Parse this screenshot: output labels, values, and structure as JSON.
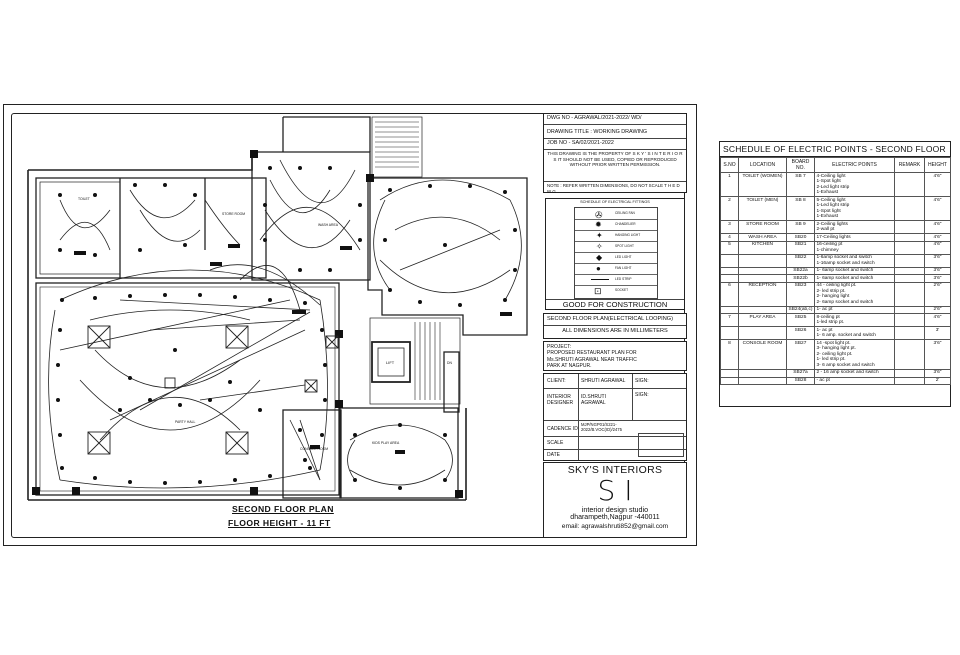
{
  "plan": {
    "title": "SECOND FLOOR PLAN",
    "subtitle": "FLOOR HEIGHT - 11 FT",
    "rooms": {
      "toilet": "TOILET",
      "store": "STORE ROOM",
      "wash": "WASH AREA",
      "party": "PARTY HALL",
      "lift": "LIFT",
      "dn": "DN",
      "kids": "KIDS PLAY AREA",
      "console": "CONSOLE ROOM"
    }
  },
  "title_block": {
    "dwg_no": "DWG NO - AGRAWAL/2021-2022/ WD/",
    "drawing_title": "DRAWING TITLE :  WORKING DRAWING",
    "job_no": "JOB NO - SA/02/2021-2022",
    "property_note": "THIS DRAWING IS THE PROPERTY OF S K Y ' S   I N T E R I O R S IT SHOULD NOT BE USED, COPIED OR REPRODUCED WITHOUT PRIOR WRITTEN PERMISSION.",
    "dim_note": "NOTE : REFER WRITTEN DIMENSIONS, DO NOT SCALE T H E   D W G",
    "legend_title": "SCHEDULE OF ELECTRICAL FITTINGS",
    "legend_items": [
      "CEILING FAN",
      "CHANDELIER",
      "HANGING LIGHT",
      "SPOT LIGHT",
      "LED LIGHT",
      "FAN LIGHT",
      "LED STRIP",
      "SOCKET"
    ],
    "approval": "GOOD FOR CONSTRUCTION",
    "plan_desc": "SECOND FLOOR PLAN(ELECTRICAL LOOPING)",
    "dims": "ALL DIMENSIONS ARE IN MILLIMETERS",
    "project_label": "PROJECT:",
    "project_text": "PROPOSED RESTAURANT PLAN FOR Ms.SHRUTI AGRAWAL NEAR TRAFFIC PARK AT NAGPUR.",
    "client_label": "CLIENT:",
    "client_value": "SHRUTI AGRAWAL",
    "sign1": "SIGN:",
    "designer_label": "INTERIOR DESIGNER",
    "designer_value": "ID.SHRUTI AGRAWAL",
    "sign2": "SIGN:",
    "cadence_label": "CADENCE ID",
    "cadence_value": "MJP/NGP01/S221-2022/B.VOC(ID)/2475",
    "scale_label": "SCALE",
    "date_label": "DATE",
    "company": "SKY'S INTERIORS",
    "logo": "S I",
    "tagline": "interior design studio",
    "address": "dharampeth,Nagpur -440011",
    "email": "email: agrawalshruti852@gmail.com"
  },
  "schedule": {
    "title": "SCHEDULE OF ELECTRIC POINTS - SECOND FLOOR",
    "headers": [
      "S.NO",
      "LOCATION",
      "BOARD NO.",
      "ELECTRIC POINTS",
      "REMARK",
      "HEIGHT"
    ],
    "rows": [
      {
        "sno": "1",
        "loc": "TOILET (WOMEN)",
        "board": "SB 7",
        "points": "4-Ceiling light\n1-Spot light\n2-Led light strip\n1-Exhaust",
        "height": "4'6\""
      },
      {
        "sno": "2",
        "loc": "TOILET (MEN)",
        "board": "SB 8",
        "points": "5-Ceiling light\n1-Led light strip\n1-Spot light\n1-Exhaust",
        "height": "4'6\""
      },
      {
        "sno": "3",
        "loc": "STORE ROOM",
        "board": "SB 9",
        "points": "2-Ceiling lights\n2-wall pt",
        "height": "4'6\""
      },
      {
        "sno": "4",
        "loc": "WASH AREA",
        "board": "SB20",
        "points": "17-Ceiling lights",
        "height": "4'6\""
      },
      {
        "sno": "5",
        "loc": "KITCHEN",
        "board": "SB21",
        "points": "16-ceiling pt\n1-chimney",
        "height": "4'6\""
      },
      {
        "sno": "",
        "loc": "",
        "board": "SB22",
        "points": "1-6amp socket and switch\n1-16amp socket and switch",
        "height": "3'6\""
      },
      {
        "sno": "",
        "loc": "",
        "board": "SB22a",
        "points": "1- 6amp socket and switch",
        "height": "3'6\""
      },
      {
        "sno": "",
        "loc": "",
        "board": "SB22b",
        "points": "1- 6amp socket and switch",
        "height": "3'6\""
      },
      {
        "sno": "6",
        "loc": "RECEPTION",
        "board": "SB23",
        "points": "44 - ceiling light pt.\n2- led strip pt.\n2- hanging light\n2- 6amp socket and switch",
        "height": "2'6\""
      },
      {
        "sno": "",
        "loc": "",
        "board": "SB24(ab,c)",
        "points": "1- ac pt",
        "height": "2'6\""
      },
      {
        "sno": "7",
        "loc": "PLAY AREA",
        "board": "SB25",
        "points": "8-ceiling pt\n1-led strip pt.",
        "height": "4'6\""
      },
      {
        "sno": "",
        "loc": "",
        "board": "SB26",
        "points": "1- ac pt\n1- 6 amp. socket and switch",
        "height": "3'"
      },
      {
        "sno": "8",
        "loc": "CONSOLE ROOM",
        "board": "SB27",
        "points": "14 -spot light pt.\n3- hanging light pt.\n2- ceiling light pt.\n1- led strip pt.\n3- 6 amp socket and switch",
        "height": "3'6\""
      },
      {
        "sno": "",
        "loc": "",
        "board": "SB27a",
        "points": "2 - 16 amp socket and switch",
        "height": "3'6\""
      },
      {
        "sno": "",
        "loc": "",
        "board": "SB28",
        "points": "- ac pt",
        "height": "2'"
      }
    ]
  }
}
